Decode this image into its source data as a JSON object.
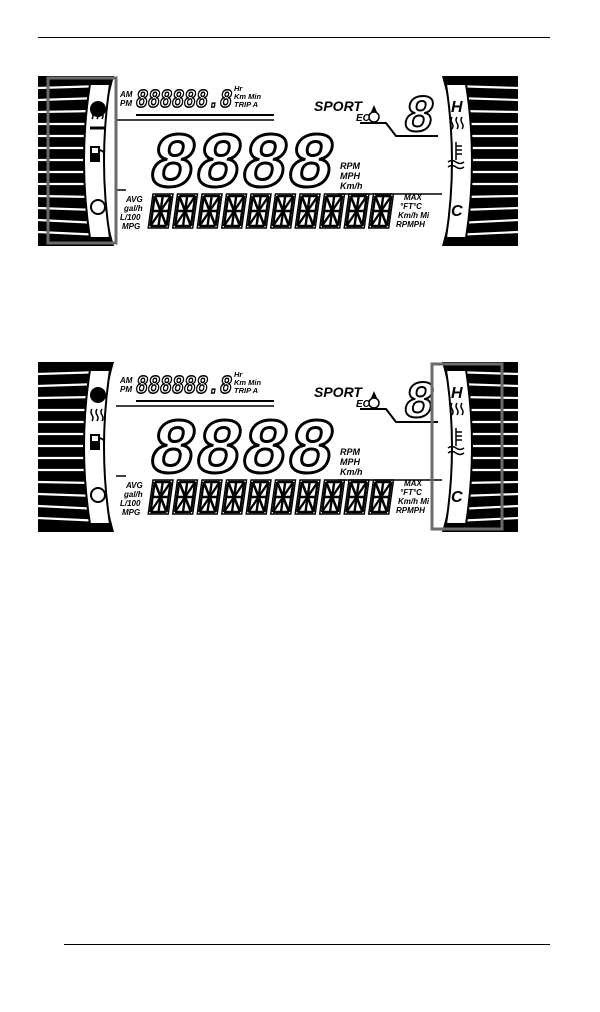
{
  "panels": [
    {
      "highlight": "left-gauge",
      "clock": {
        "am": "AM",
        "pm": "PM",
        "digits": "888888.8",
        "units_top": "Hr",
        "units_mid": "Km Min",
        "units_bot": "TRIP A"
      },
      "mode": "SPORT",
      "eco": "EC",
      "gear_digit": "8",
      "main_digits": "8888",
      "main_units": [
        "RPM",
        "MPH",
        "Km/h"
      ],
      "left_labels": [
        "AVG",
        "gal/h",
        "L/100",
        "MPG"
      ],
      "alpha_count": 10,
      "right_labels": [
        "MAX",
        "°FT°C",
        "Km/h Mi",
        "RPMPH"
      ],
      "temp_hot": "H",
      "temp_cold": "C"
    },
    {
      "highlight": "right-gauge",
      "clock": {
        "am": "AM",
        "pm": "PM",
        "digits": "888888.8",
        "units_top": "Hr",
        "units_mid": "Km Min",
        "units_bot": "TRIP A"
      },
      "mode": "SPORT",
      "eco": "EC",
      "gear_digit": "8",
      "main_digits": "8888",
      "main_units": [
        "RPM",
        "MPH",
        "Km/h"
      ],
      "left_labels": [
        "AVG",
        "gal/h",
        "L/100",
        "MPG"
      ],
      "alpha_count": 10,
      "right_labels": [
        "MAX",
        "°FT°C",
        "Km/h Mi",
        "RPMPH"
      ],
      "temp_hot": "H",
      "temp_cold": "C"
    }
  ],
  "colors": {
    "highlight_box": "#6b6b6b",
    "lcd": "#000000",
    "background": "#ffffff"
  }
}
